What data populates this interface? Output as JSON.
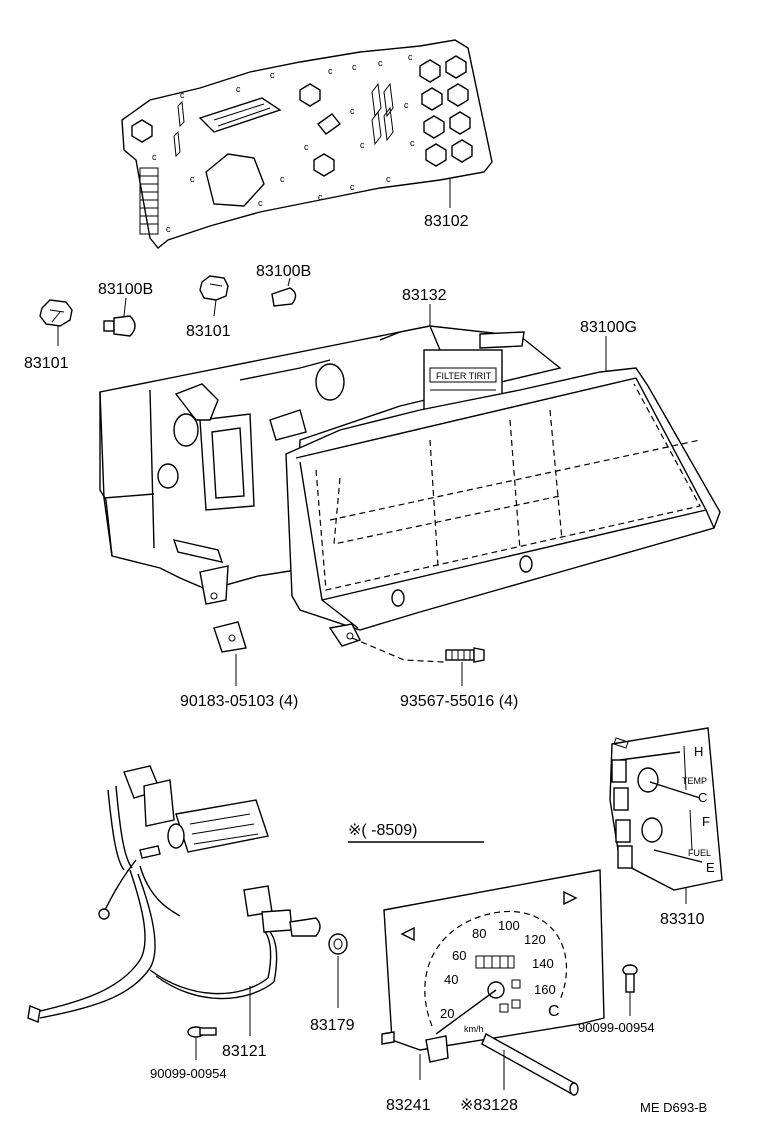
{
  "labels": {
    "p83102": "83102",
    "p83100B_a": "83100B",
    "p83100B_b": "83100B",
    "p83101_a": "83101",
    "p83101_b": "83101",
    "p83132": "83132",
    "p83100G": "83100G",
    "p90183": "90183-05103 (4)",
    "p93567": "93567-55016 (4)",
    "note": "※(        -8509)",
    "p83310": "83310",
    "p83179": "83179",
    "p83121": "83121",
    "p90099_a": "90099-00954",
    "p90099_b": "90099-00954",
    "p83241": "83241",
    "p83128": "※83128",
    "ref": "ME  D693-B"
  },
  "gauge": {
    "ticks": [
      "20",
      "40",
      "60",
      "80",
      "100",
      "120",
      "140",
      "160"
    ],
    "unit": "km/h",
    "cold": "C"
  },
  "fuel_temp": {
    "h": "H",
    "c": "C",
    "f": "F",
    "e": "E",
    "temp": "TEMP",
    "fuel": "FUEL"
  },
  "panel_text": "FILTER TIRIT"
}
